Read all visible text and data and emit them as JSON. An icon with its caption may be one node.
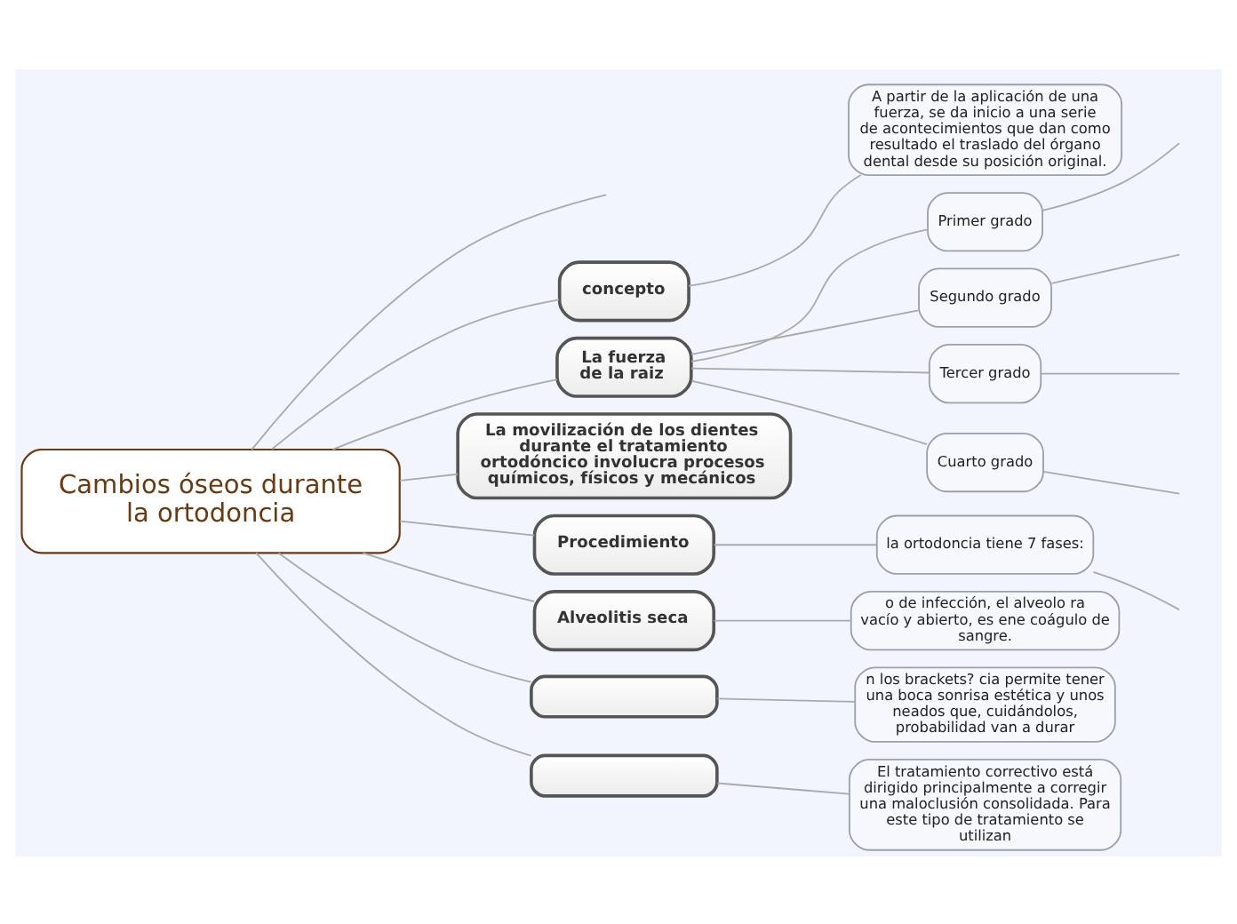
{
  "diagram": {
    "nodes": [
      {
        "text": [
          "Cambios óseos durante la ortodoncia"
        ]
      },
      {
        "text": [
          "concepto"
        ]
      },
      {
        "text": [
          "A partir de la aplicación de una fuerza, se da inicio a una serie de acontecimientos que dan como resultado el traslado del órgano dental desde su posición original."
        ]
      },
      {
        "text": [
          "La fuerza de la raiz"
        ]
      },
      {
        "text": [
          "Primer grado"
        ]
      },
      {
        "text": [
          "Segundo grado"
        ]
      },
      {
        "text": [
          "Tercer grado"
        ]
      },
      {
        "text": [
          "Cuarto grado"
        ]
      },
      {
        "text": [
          "La movilización de los dientes durante el tratamiento ortodóncico involucra procesos químicos, físicos y mecánicos"
        ]
      },
      {
        "text": [
          "Procedimiento"
        ]
      },
      {
        "text": [
          "la ortodoncia tiene 7 fases:"
        ]
      },
      {
        "text": [
          "Alveolitis seca"
        ]
      },
      {
        "text": [
          "o de infección, el alveolo ra vacío y abierto, es ene coágulo de sangre."
        ]
      },
      {
        "text": [],
        "shape": "box"
      },
      {
        "text": [
          "n los brackets? cia permite tener una boca sonrisa estética y unos neados que, cuidándolos, probabilidad van a durar"
        ]
      },
      {
        "text": [],
        "shape": "box"
      },
      {
        "text": [
          "El tratamiento correctivo está dirigido principalmente a corregir una maloclusión consolidada. Para este tipo de tratamiento se utilizan"
        ]
      }
    ],
    "edges": [
      {
        "from": 0,
        "to": null,
        "arrow": "none"
      },
      {
        "from": 0,
        "to": 1,
        "arrow": "none"
      },
      {
        "from": 1,
        "to": 2,
        "arrow": "none"
      },
      {
        "from": 0,
        "to": 3,
        "arrow": "none"
      },
      {
        "from": 3,
        "to": 4,
        "arrow": "none"
      },
      {
        "from": 3,
        "to": 5,
        "arrow": "none"
      },
      {
        "from": 3,
        "to": 6,
        "arrow": "none"
      },
      {
        "from": 3,
        "to": 7,
        "arrow": "none"
      },
      {
        "from": 4,
        "to": null,
        "arrow": "none"
      },
      {
        "from": 5,
        "to": null,
        "arrow": "none"
      },
      {
        "from": 6,
        "to": null,
        "arrow": "none"
      },
      {
        "from": 7,
        "to": null,
        "arrow": "none"
      },
      {
        "from": 0,
        "to": 8,
        "arrow": "none"
      },
      {
        "from": 0,
        "to": 9,
        "arrow": "none"
      },
      {
        "from": 9,
        "to": 10,
        "arrow": "none"
      },
      {
        "from": 10,
        "to": null,
        "arrow": "none"
      },
      {
        "from": 0,
        "to": 11,
        "arrow": "none"
      },
      {
        "from": 11,
        "to": 12,
        "arrow": "none"
      },
      {
        "from": 0,
        "to": 13,
        "arrow": "none"
      },
      {
        "from": 13,
        "to": 14,
        "arrow": "none"
      },
      {
        "from": 0,
        "to": 15,
        "arrow": "none"
      },
      {
        "from": 15,
        "to": 16,
        "arrow": "none"
      }
    ]
  }
}
